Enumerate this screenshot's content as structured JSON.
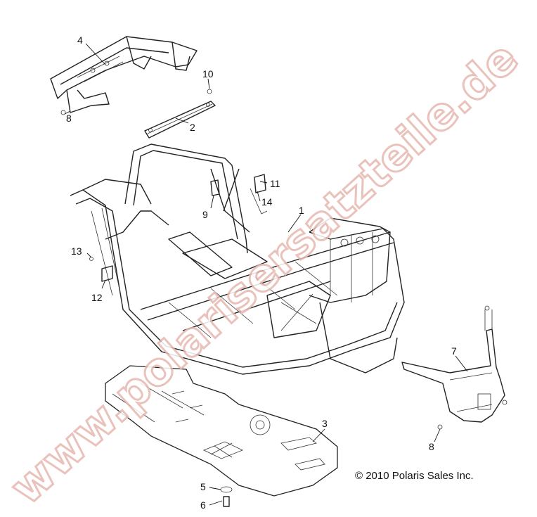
{
  "watermark": {
    "text": "www.polarisersatzteile.de",
    "color": "#e6b8b0"
  },
  "copyright": "© 2010 Polaris Sales Inc.",
  "callouts": [
    "4",
    "10",
    "2",
    "8",
    "11",
    "9",
    "14",
    "1",
    "13",
    "12",
    "7",
    "3",
    "8",
    "5",
    "6"
  ]
}
